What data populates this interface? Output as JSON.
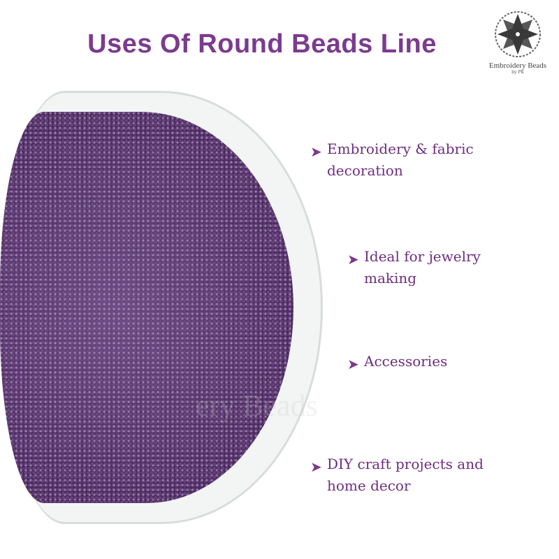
{
  "title": "Uses Of Round Beads Line",
  "logo": {
    "name": "Embroidery Beads",
    "by": "by PK"
  },
  "uses": [
    {
      "line1": "Embroidery & fabric",
      "line2": "decoration"
    },
    {
      "line1": "Ideal for jewelry",
      "line2": "making"
    },
    {
      "line1": "Accessories",
      "line2": ""
    },
    {
      "line1": "DIY craft projects and",
      "line2": "home decor"
    }
  ],
  "colors": {
    "accent": "#7b3b8e",
    "bead": "#4a2a5e"
  }
}
